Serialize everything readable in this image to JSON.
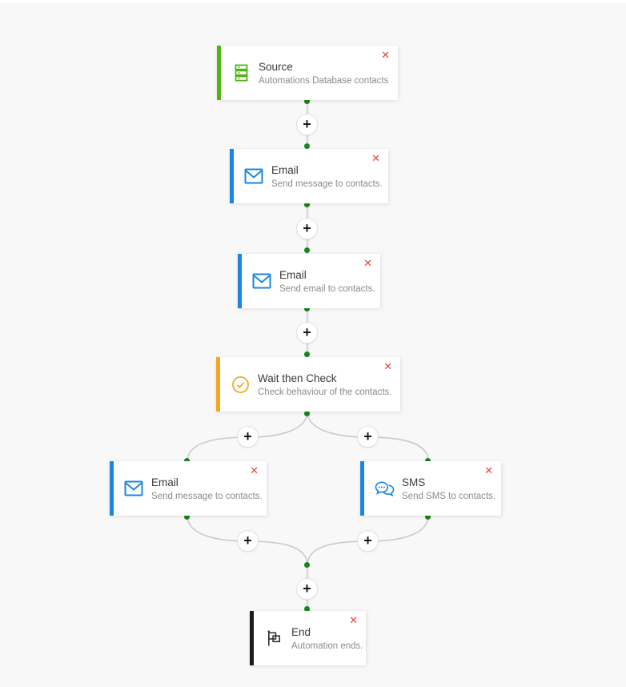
{
  "flow": {
    "add_button_glyph": "+",
    "remove_button_glyph": "✕",
    "colors": {
      "canvas_background": "#f8f8f8",
      "top_bar": "#ffffff",
      "connector_line": "#dcdcdc",
      "branch_line": "#c8c8c8",
      "node_dot": "#168716",
      "remove_red": "#e8433e",
      "source_green": "#52b415",
      "email_blue": "#1a86e0",
      "wait_amber": "#f5a81f",
      "end_black": "#1c1c1c"
    },
    "nodes": [
      {
        "key": "source",
        "title": "Source",
        "subtitle": "Automations Database contacts",
        "icon": "database-icon",
        "accent_color": "#52b415",
        "icon_color": "#52b415"
      },
      {
        "key": "email-1",
        "title": "Email",
        "subtitle": "Send message to contacts.",
        "icon": "email-icon",
        "accent_color": "#1a86e0",
        "icon_color": "#1a86e0"
      },
      {
        "key": "email-2",
        "title": "Email",
        "subtitle": "Send email to contacts.",
        "icon": "email-icon",
        "accent_color": "#1a86e0",
        "icon_color": "#1a86e0"
      },
      {
        "key": "wait-then-check",
        "title": "Wait then Check",
        "subtitle": "Check behaviour of the contacts.",
        "icon": "check-circle-icon",
        "accent_color": "#f5a81f",
        "icon_color": "#f5a81f"
      },
      {
        "key": "email-branch",
        "title": "Email",
        "subtitle": "Send message to contacts.",
        "icon": "email-icon",
        "accent_color": "#1a86e0",
        "icon_color": "#1a86e0"
      },
      {
        "key": "sms",
        "title": "SMS",
        "subtitle": "Send SMS to contacts.",
        "icon": "sms-icon",
        "accent_color": "#1a86e0",
        "icon_color": "#1a86e0"
      },
      {
        "key": "end",
        "title": "End",
        "subtitle": "Automation ends.",
        "icon": "flag-icon",
        "accent_color": "#1c1c1c",
        "icon_color": "#2b2b2b"
      }
    ]
  }
}
